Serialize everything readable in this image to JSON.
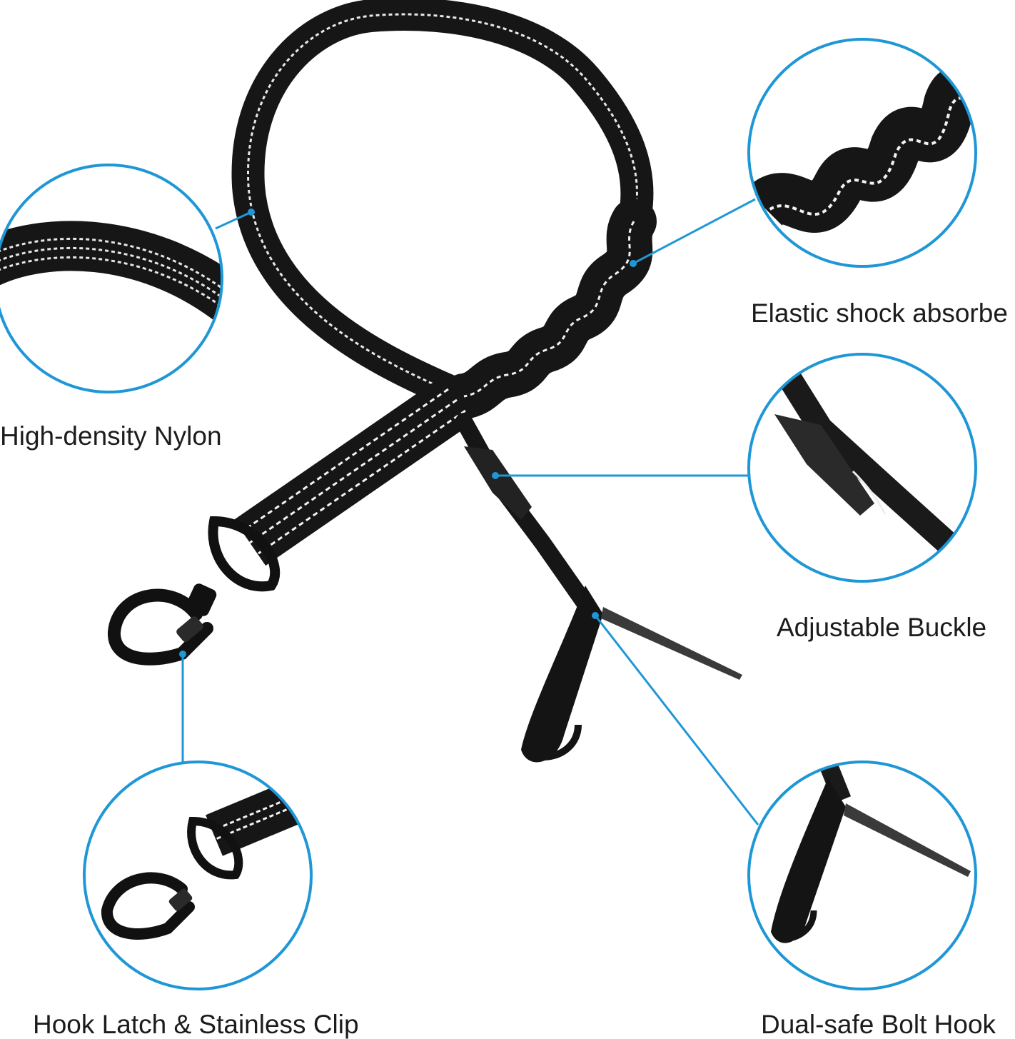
{
  "colors": {
    "callout_blue": "#1f97d6",
    "leash_black": "#161616",
    "reflective_white": "#f2f2f2",
    "background": "#ffffff"
  },
  "features": [
    {
      "id": "nylon",
      "label": "High-density Nylon",
      "icon": "nylon-strap-icon"
    },
    {
      "id": "elastic",
      "label": "Elastic shock absorbe",
      "icon": "elastic-bungee-icon"
    },
    {
      "id": "buckle",
      "label": "Adjustable Buckle",
      "icon": "buckle-icon"
    },
    {
      "id": "hook",
      "label": "Hook Latch & Stainless Clip",
      "icon": "swivel-clip-icon"
    },
    {
      "id": "bolt",
      "label": "Dual-safe Bolt Hook",
      "icon": "seatbelt-bolt-hook-icon"
    }
  ]
}
